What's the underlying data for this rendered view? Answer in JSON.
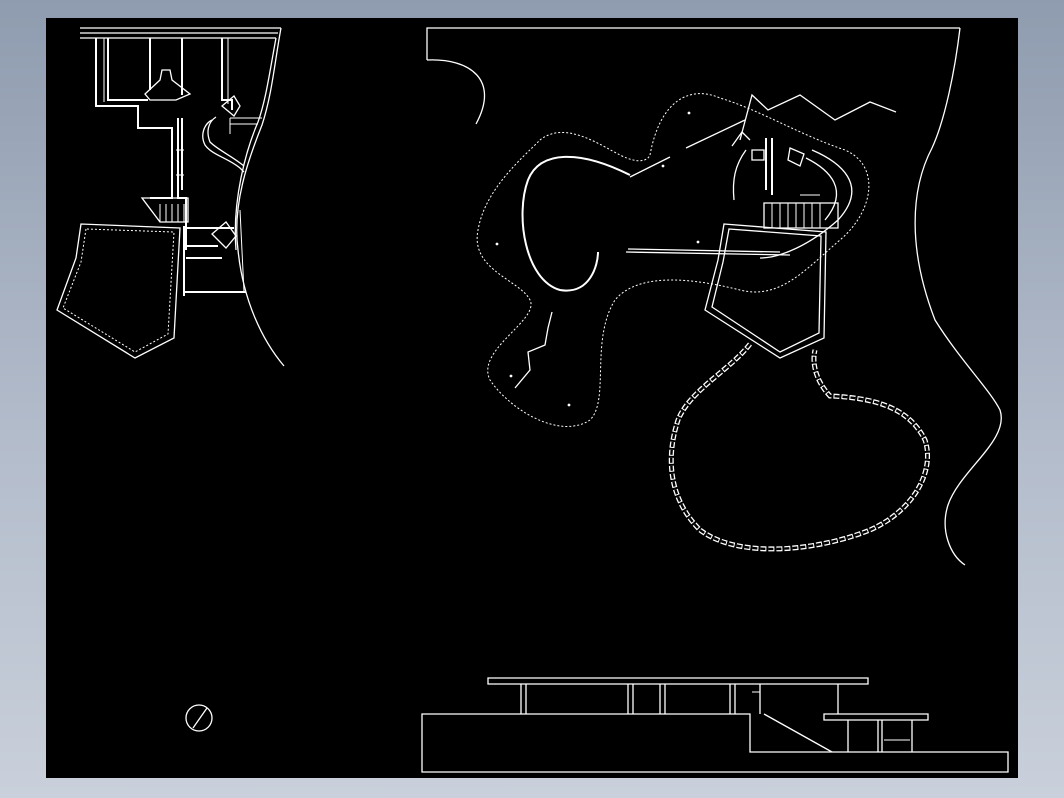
{
  "colors": {
    "window_background": "#a5b0c0",
    "canvas": "#000000",
    "linework": "#ffffff"
  },
  "drawing": {
    "views": [
      "floor-plan",
      "site-plan",
      "elevation",
      "north-arrow"
    ]
  }
}
